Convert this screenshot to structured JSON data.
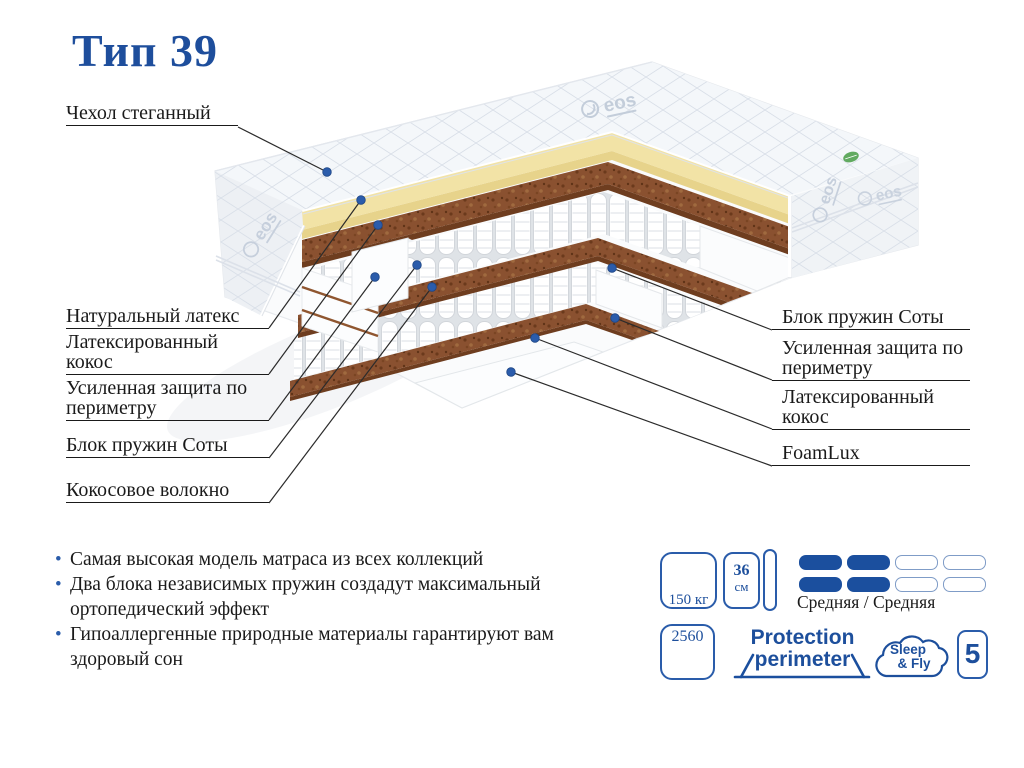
{
  "title": "Тип 39",
  "diagram": {
    "brand": "eos",
    "labels_left": [
      {
        "text": "Чехол стеганный"
      },
      {
        "text": "Натуральный латекс"
      },
      {
        "text": "Латексированный кокос"
      },
      {
        "text": "Усиленная защита по периметру"
      },
      {
        "text": "Блок пружин Соты"
      },
      {
        "text": "Кокосовое волокно"
      }
    ],
    "labels_right": [
      {
        "text": "Блок пружин Соты"
      },
      {
        "text": "Усиленная защита по периметру"
      },
      {
        "text": "Латексированный кокос"
      },
      {
        "text": "FoamLux"
      }
    ]
  },
  "features": [
    "Самая высокая модель матраса из всех коллекций",
    "Два блока независимых пружин создадут максимальный ортопедический эффект",
    "Гипоаллергенные природные материалы гарантируют вам здоровый сон"
  ],
  "badges": {
    "weight": "150 кг",
    "height_value": "36",
    "height_unit": "см",
    "firmness_label": "Средняя / Средняя",
    "firmness_filled": 2,
    "firmness_total": 4,
    "springs_count": "2560",
    "protection_line1": "Protection",
    "protection_line2": "perimeter",
    "brand_line1": "Sleep",
    "brand_line2": "& Fly",
    "warranty_years": "5"
  },
  "colors": {
    "accent_blue": "#1e4e9c",
    "label_color": "#1a1a1a",
    "coir_brown": "#8a5130",
    "latex_yellow": "#f2e3a6",
    "firmness_fill": "#1b4f9e"
  }
}
